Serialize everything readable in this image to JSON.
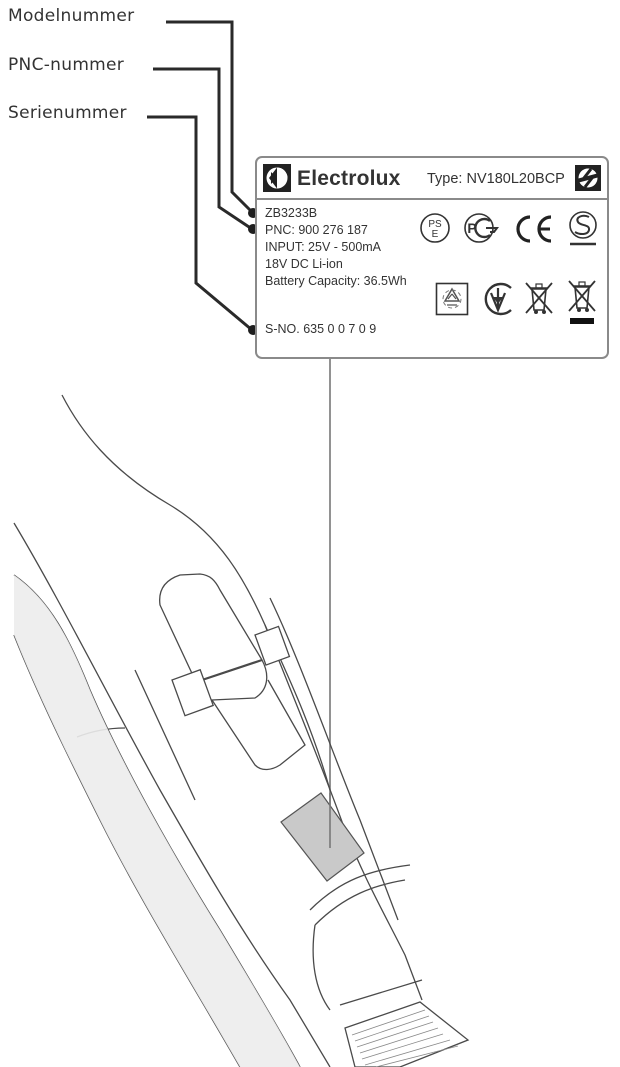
{
  "callouts": [
    {
      "label": "Modelnummer",
      "target": "model_number"
    },
    {
      "label": "PNC-nummer",
      "target": "pnc"
    },
    {
      "label": "Serienummer",
      "target": "serial_number"
    }
  ],
  "rating_plate": {
    "brand": "Electrolux",
    "type_label": "Type: NV180L20BCP",
    "model_number": "ZB3233B",
    "pnc": "PNC: 900 276 187",
    "input": "INPUT: 25V - 500mA",
    "battery_type": "18V DC Li-ion",
    "battery_capacity": "Battery Capacity: 36.5Wh",
    "serial_number": "S-NO.  635 0 0 7 0 9",
    "certification_marks": [
      "pse-mark-icon",
      "gost-pct-mark-icon",
      "ce-mark-icon",
      "s-mark-icon",
      "recycle-mark-icon",
      "ukrsepro-mark-icon",
      "weee-bin-icon",
      "weee-bin-bar-icon"
    ],
    "colors": {
      "border": "#8a8a8a",
      "text": "#333333",
      "label_area": "#c9c9c9"
    }
  },
  "illustration": {
    "subject": "handheld-vacuum-rating-plate-location"
  }
}
